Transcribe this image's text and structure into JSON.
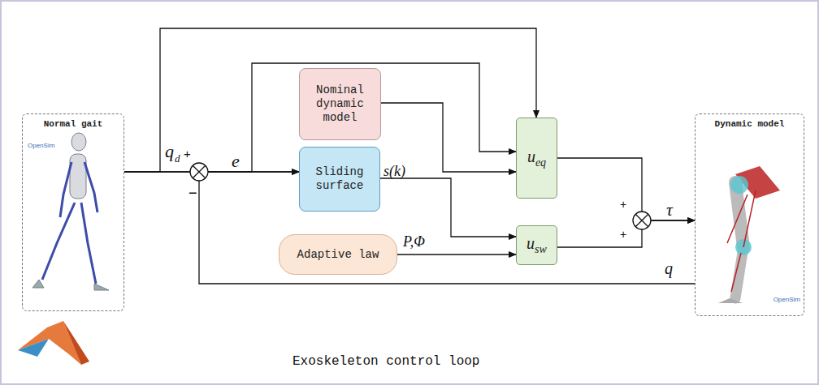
{
  "diagram": {
    "caption": "Exoskeleton control loop",
    "nodes": [
      {
        "text": [
          "Normal gait",
          "OpenSim"
        ]
      },
      {
        "text": [
          "Nominal dynamic model"
        ]
      },
      {
        "text": [
          "Sliding surface"
        ]
      },
      {
        "text": [
          "Adaptive law"
        ]
      },
      {
        "text": [
          "u",
          "eq"
        ]
      },
      {
        "text": [
          "u",
          "sw"
        ]
      },
      {
        "text": [
          "Dynamic model",
          "OpenSim"
        ]
      }
    ],
    "edges": [
      {
        "from": 0,
        "to": 2,
        "arrow": "to",
        "label": "e"
      },
      {
        "from": 0,
        "to": 4,
        "arrow": "to"
      },
      {
        "from": 0,
        "to": 4,
        "arrow": "to"
      },
      {
        "from": 1,
        "to": 4,
        "arrow": "to"
      },
      {
        "from": 2,
        "to": 5,
        "arrow": "to",
        "label": "s(k)"
      },
      {
        "from": 3,
        "to": 5,
        "arrow": "to",
        "label": "P,Φ"
      },
      {
        "from": 4,
        "to": 6,
        "arrow": "to"
      },
      {
        "from": 5,
        "to": 6,
        "arrow": "to"
      },
      {
        "from": 6,
        "to": 2,
        "arrow": "to",
        "label": "q"
      }
    ],
    "labels": [
      "q",
      "d",
      "+",
      "−",
      "+",
      "+",
      "τ"
    ]
  }
}
